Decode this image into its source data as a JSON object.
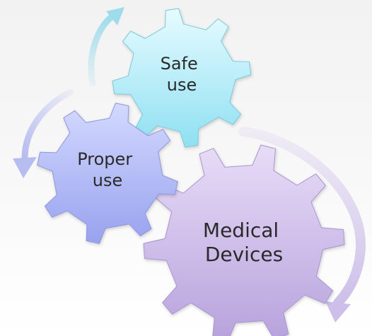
{
  "diagram": {
    "gears": [
      {
        "id": "safe-use",
        "lines": [
          "Safe",
          "use"
        ],
        "color_light": "#e6fbff",
        "color_dark": "#8fe0f2",
        "stroke": "#7fc9da"
      },
      {
        "id": "proper-use",
        "lines": [
          "Proper",
          "use"
        ],
        "color_light": "#d3d9ff",
        "color_dark": "#98a2ee",
        "stroke": "#8f97dc"
      },
      {
        "id": "medical-devices",
        "lines": [
          "Medical",
          "Devices"
        ],
        "color_light": "#e7dcf7",
        "color_dark": "#b7a1dc",
        "stroke": "#a996cf"
      }
    ],
    "arrows": [
      {
        "id": "arrow-to-safe",
        "color": "#9fdceb"
      },
      {
        "id": "arrow-to-proper",
        "color": "#b7bdf0"
      },
      {
        "id": "arrow-around-medical",
        "color": "#cdbfe9"
      }
    ]
  }
}
